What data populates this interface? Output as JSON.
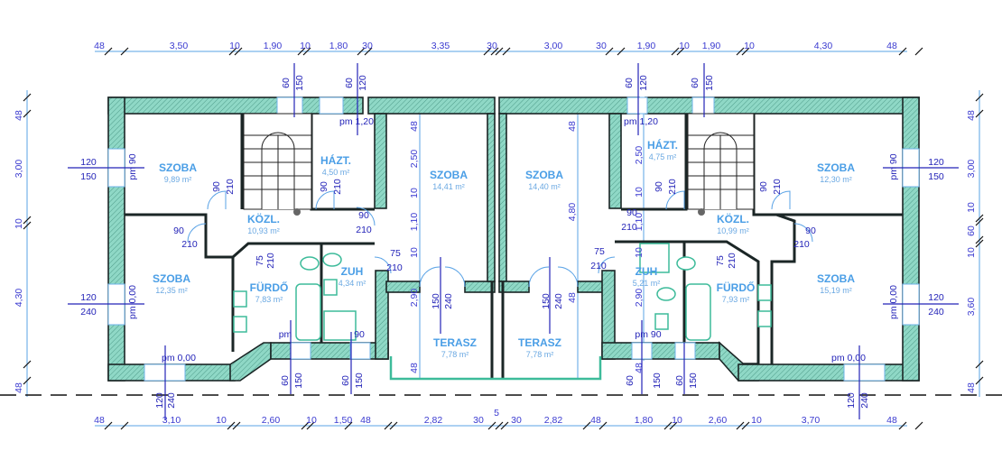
{
  "drawing": {
    "colors": {
      "wall_fill": "#8fd8c6",
      "wall_edge": "#1b2626",
      "dimension": "#3a3ad0",
      "room_label": "#4a9ee6",
      "fixture": "#3dbb9a"
    },
    "top_dims": [
      "48",
      "3,50",
      "10",
      "1,90",
      "10",
      "1,80",
      "30",
      "3,35",
      "30",
      "3,00",
      "30",
      "1,90",
      "10",
      "1,90",
      "10",
      "4,30",
      "48"
    ],
    "bottom_dims": [
      "48",
      "3,10",
      "10",
      "2,60",
      "10",
      "1,50",
      "48",
      "2,82",
      "30",
      "5",
      "30",
      "2,82",
      "48",
      "1,80",
      "10",
      "2,60",
      "10",
      "3,70",
      "48"
    ],
    "left_dims": [
      "48",
      "3,00",
      "10",
      "4,30",
      "48"
    ],
    "right_dims": [
      "48",
      "3,00",
      "10",
      "60",
      "10",
      "3,60",
      "48"
    ],
    "rooms": [
      {
        "name": "SZOBA",
        "area": "9,89 m²"
      },
      {
        "name": "HÁZT.",
        "area": "4,50 m²"
      },
      {
        "name": "SZOBA",
        "area": "14,41 m²"
      },
      {
        "name": "SZOBA",
        "area": "14,40 m²"
      },
      {
        "name": "HÁZT.",
        "area": "4,75 m²"
      },
      {
        "name": "SZOBA",
        "area": "12,30 m²"
      },
      {
        "name": "KÖZL.",
        "area": "10,93 m²"
      },
      {
        "name": "KÖZL.",
        "area": "10,99 m²"
      },
      {
        "name": "SZOBA",
        "area": "12,35 m²"
      },
      {
        "name": "FÜRDŐ",
        "area": "7,83 m²"
      },
      {
        "name": "ZUH",
        "area": "4,34 m²"
      },
      {
        "name": "TERASZ",
        "area": "7,78 m²"
      },
      {
        "name": "TERASZ",
        "area": "7,78 m²"
      },
      {
        "name": "ZUH",
        "area": "5,21 m²"
      },
      {
        "name": "FÜRDŐ",
        "area": "7,93 m²"
      },
      {
        "name": "SZOBA",
        "area": "15,19 m²"
      }
    ],
    "opening_labels": [
      "60",
      "150",
      "60",
      "120",
      "60",
      "120",
      "60",
      "150",
      "pm 1,20",
      "pm 1,20",
      "120",
      "150",
      "120",
      "240",
      "pm 90",
      "pm 0,00",
      "120",
      "150",
      "120",
      "240",
      "pm 90",
      "pm 0,00",
      "90",
      "210",
      "90",
      "210",
      "90",
      "210",
      "90",
      "210",
      "75",
      "210",
      "75",
      "210",
      "150",
      "240",
      "90",
      "210",
      "90",
      "210",
      "90",
      "210",
      "90",
      "210",
      "75",
      "210",
      "75",
      "210",
      "150",
      "240",
      "pm 0,00",
      "pm",
      "90",
      "120",
      "240",
      "60",
      "150",
      "60",
      "150",
      "pm 90",
      "60",
      "150",
      "60",
      "150",
      "pm 0,00",
      "120",
      "240"
    ],
    "interior_dims": [
      "48",
      "2,50",
      "10",
      "1,10",
      "10",
      "2,90",
      "48",
      "48",
      "4,80",
      "2,50",
      "10",
      "1,10",
      "10",
      "2,90",
      "48",
      "48"
    ]
  }
}
